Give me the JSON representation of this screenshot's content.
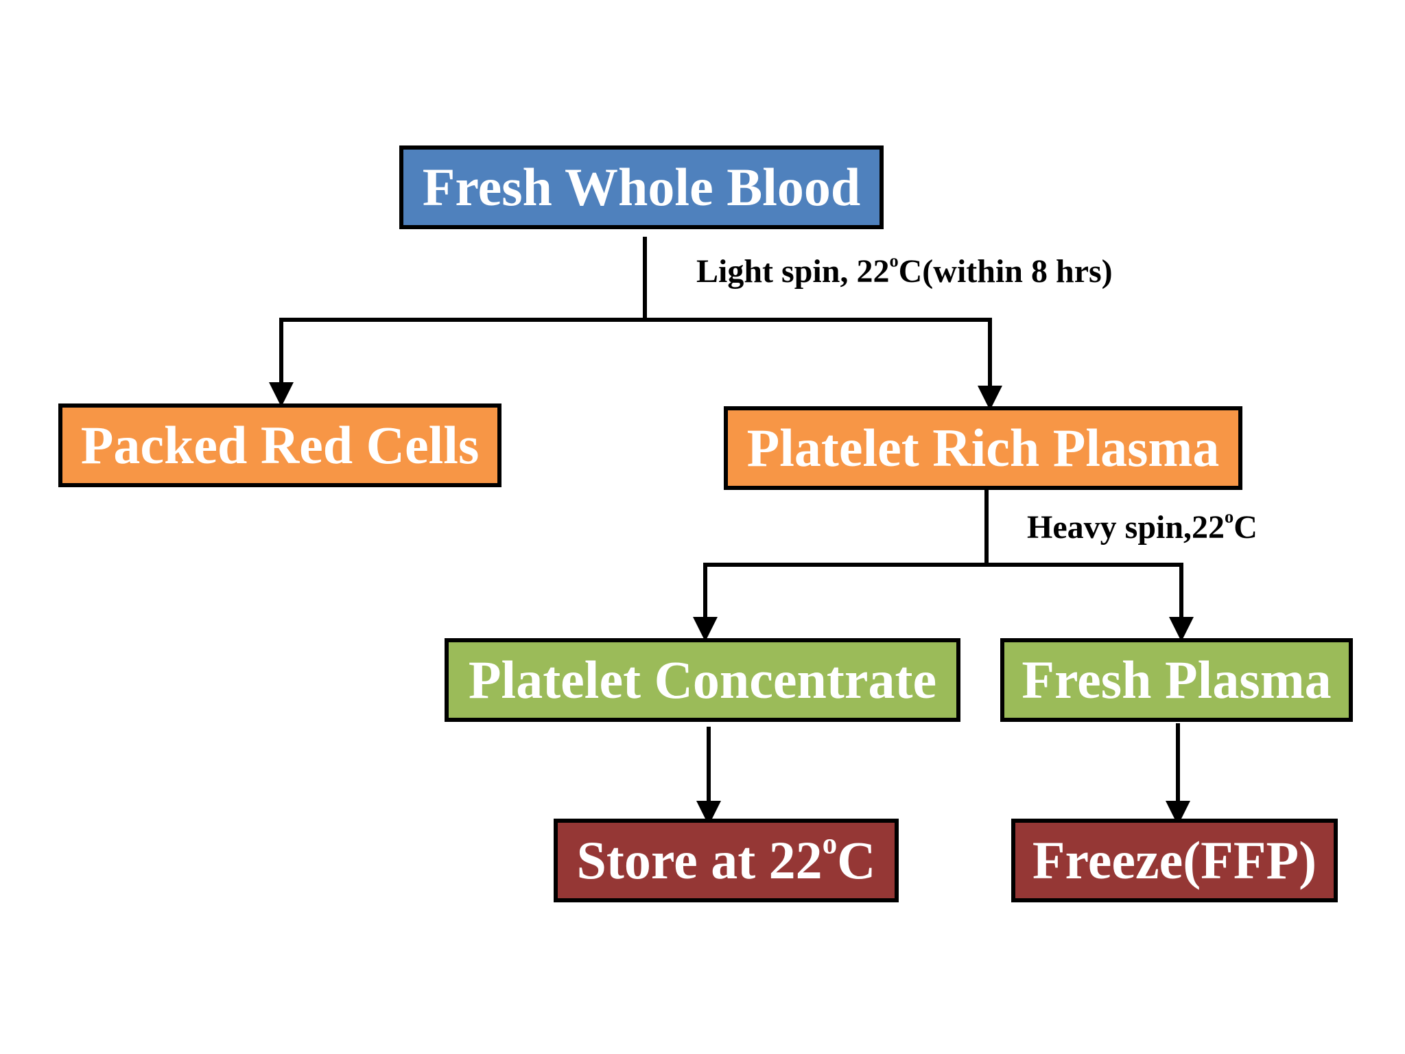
{
  "colors": {
    "root": "#4F81BD",
    "level1": "#F79646",
    "level2": "#9BBB59",
    "level3": "#953735",
    "border": "#000000",
    "text": "#FFFFFF"
  },
  "nodes": {
    "fresh_whole_blood": {
      "label": "Fresh Whole Blood"
    },
    "packed_red_cells": {
      "label": "Packed Red Cells"
    },
    "platelet_rich_plasma": {
      "label": "Platelet Rich Plasma"
    },
    "platelet_concentrate": {
      "label": "Platelet Concentrate"
    },
    "fresh_plasma": {
      "label": "Fresh Plasma"
    },
    "store": {
      "label": "Store at 22",
      "sup": "o",
      "suffix": "C"
    },
    "freeze": {
      "label": "Freeze(FFP)"
    }
  },
  "edges": {
    "light_spin": {
      "prefix": "Light spin,  22",
      "sup": "o",
      "suffix": "C(within 8 hrs)"
    },
    "heavy_spin": {
      "prefix": "Heavy spin,22",
      "sup": "o",
      "suffix": "C"
    }
  }
}
